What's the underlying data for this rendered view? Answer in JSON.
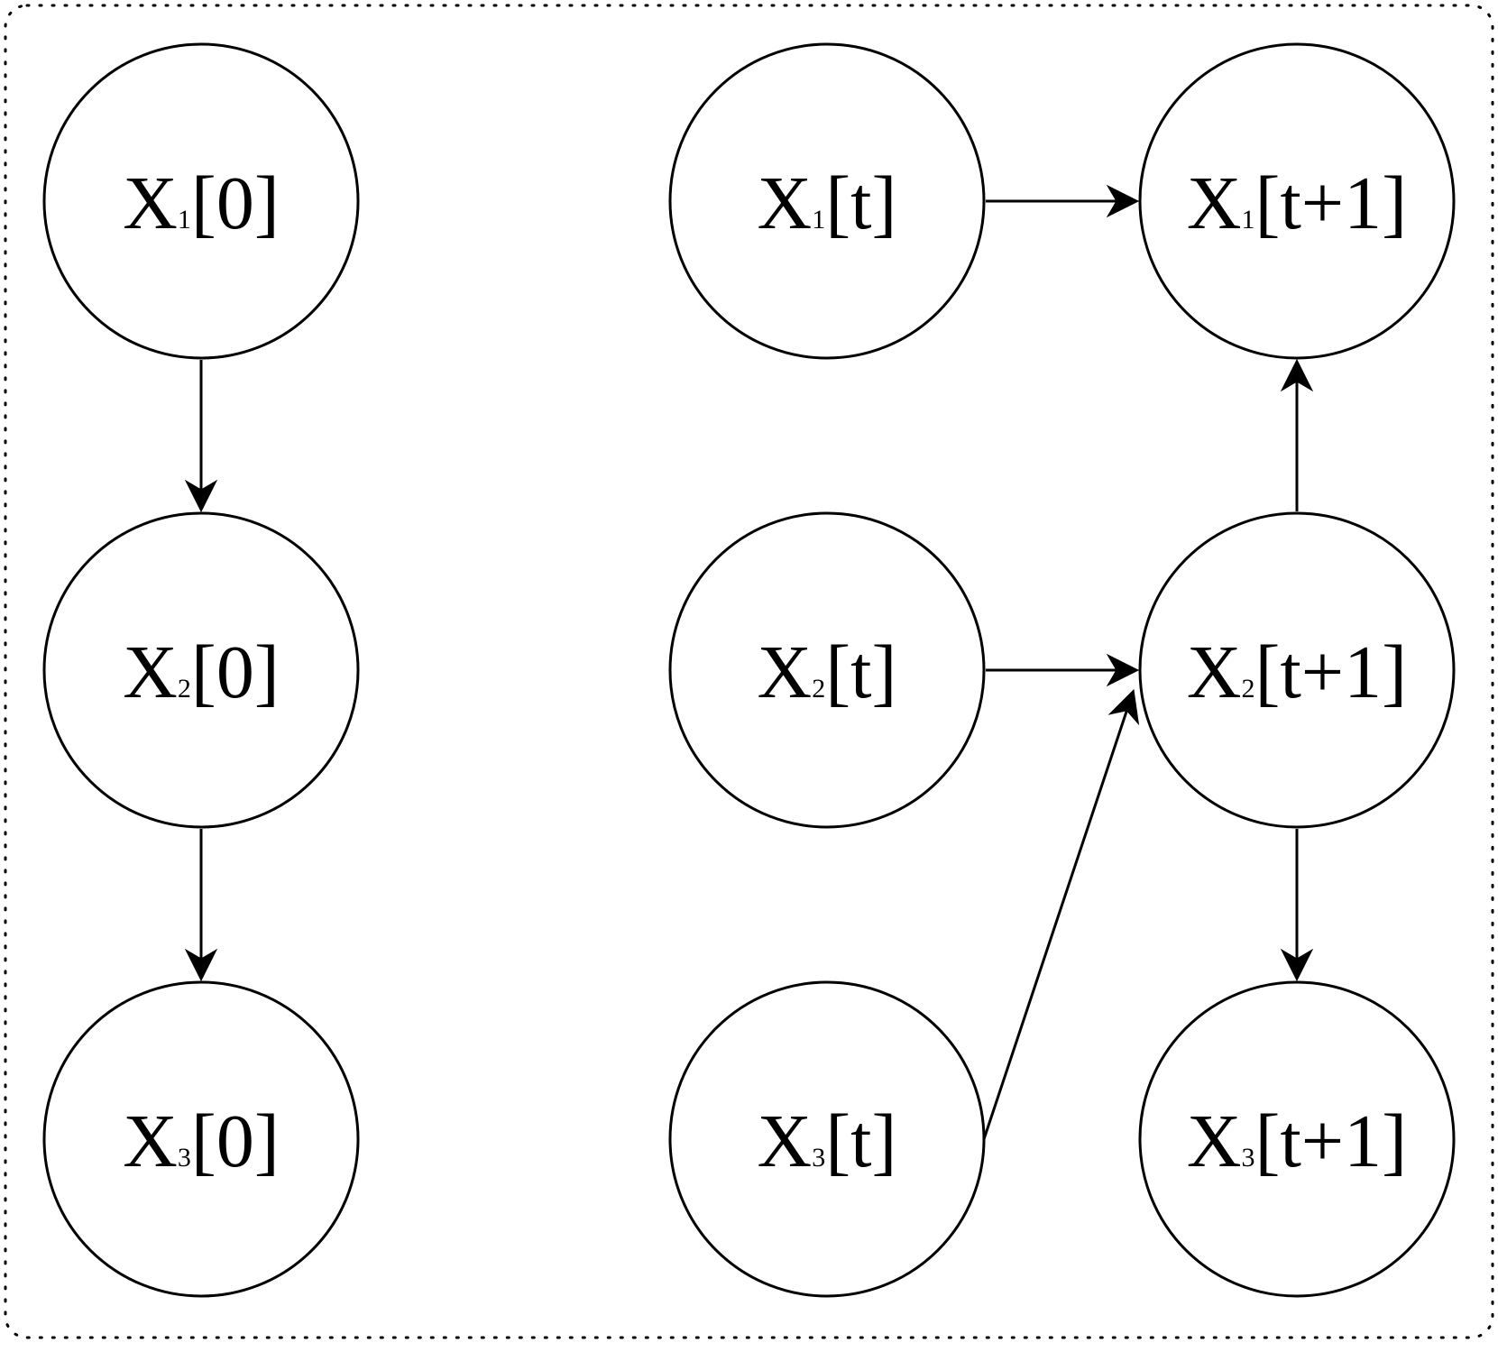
{
  "nodes": [
    {
      "id": "x1-0",
      "base": "X",
      "sub": "1",
      "time": "[0]"
    },
    {
      "id": "x2-0",
      "base": "X",
      "sub": "2",
      "time": "[0]"
    },
    {
      "id": "x3-0",
      "base": "X",
      "sub": "3",
      "time": "[0]"
    },
    {
      "id": "x1-t",
      "base": "X",
      "sub": "1",
      "time": "[t]"
    },
    {
      "id": "x2-t",
      "base": "X",
      "sub": "2",
      "time": "[t]"
    },
    {
      "id": "x3-t",
      "base": "X",
      "sub": "3",
      "time": "[t]"
    },
    {
      "id": "x1-t1",
      "base": "X",
      "sub": "1",
      "time": "[t+1]"
    },
    {
      "id": "x2-t1",
      "base": "X",
      "sub": "2",
      "time": "[t+1]"
    },
    {
      "id": "x3-t1",
      "base": "X",
      "sub": "3",
      "time": "[t+1]"
    }
  ],
  "edges": [
    {
      "from": "x1-0",
      "to": "x2-0"
    },
    {
      "from": "x2-0",
      "to": "x3-0"
    },
    {
      "from": "x1-t",
      "to": "x1-t1"
    },
    {
      "from": "x2-t",
      "to": "x2-t1"
    },
    {
      "from": "x3-t",
      "to": "x2-t1"
    },
    {
      "from": "x2-t1",
      "to": "x1-t1"
    },
    {
      "from": "x2-t1",
      "to": "x3-t1"
    }
  ]
}
